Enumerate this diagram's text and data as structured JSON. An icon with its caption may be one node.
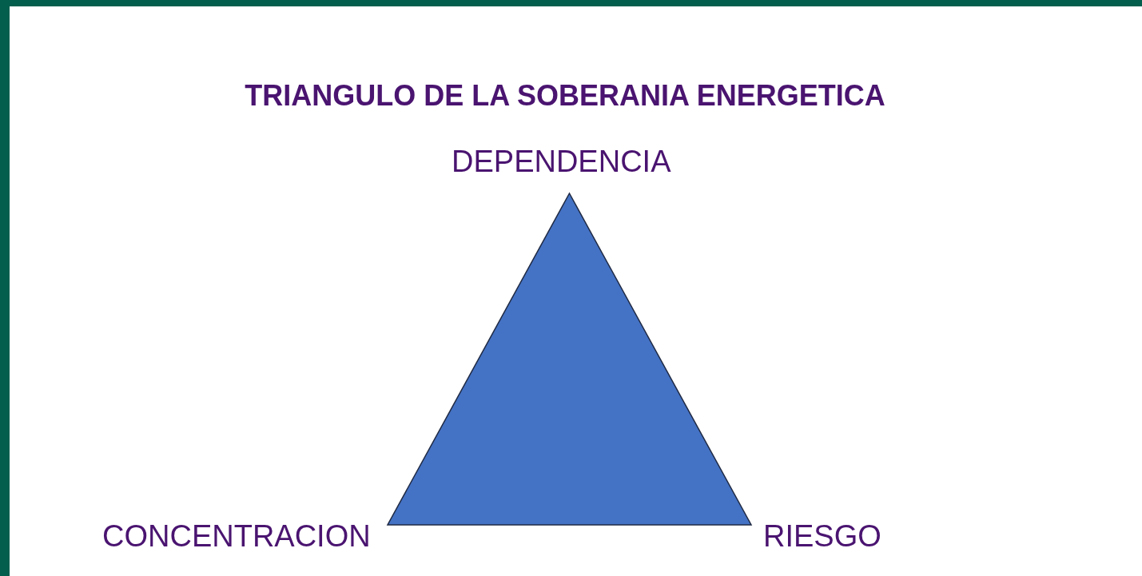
{
  "diagram": {
    "title": "TRIANGULO DE LA SOBERANIA ENERGETICA",
    "nodes": [
      {
        "text": [],
        "shape": "triangle"
      }
    ],
    "labels": [
      "DEPENDENCIA",
      "CONCENTRACION",
      "RIESGO"
    ]
  }
}
